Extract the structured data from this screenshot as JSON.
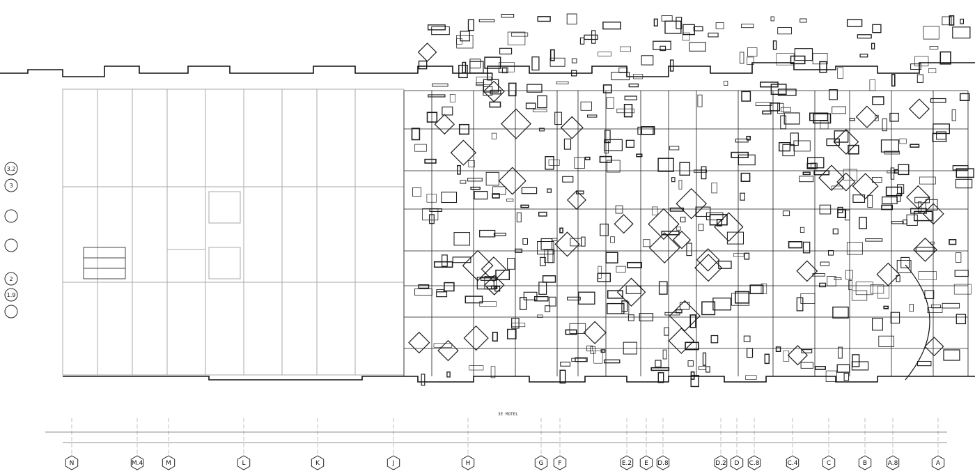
{
  "drawing": {
    "background": "#ffffff",
    "ink": "#111111",
    "faint_ink": "#9a9a9a",
    "bottom_grid_labels": [
      "N",
      "M.4",
      "M",
      "L",
      "K",
      "J",
      "H",
      "G",
      "F",
      "E.2",
      "E",
      "D.8",
      "D.2",
      "D",
      "C.8",
      "C.4",
      "C",
      "B",
      "A.8",
      "A"
    ],
    "left_grid_labels": [
      "3.2",
      "3",
      "",
      "",
      "2",
      "1.9",
      ""
    ],
    "plan_title_text": "3E MOTEL"
  }
}
